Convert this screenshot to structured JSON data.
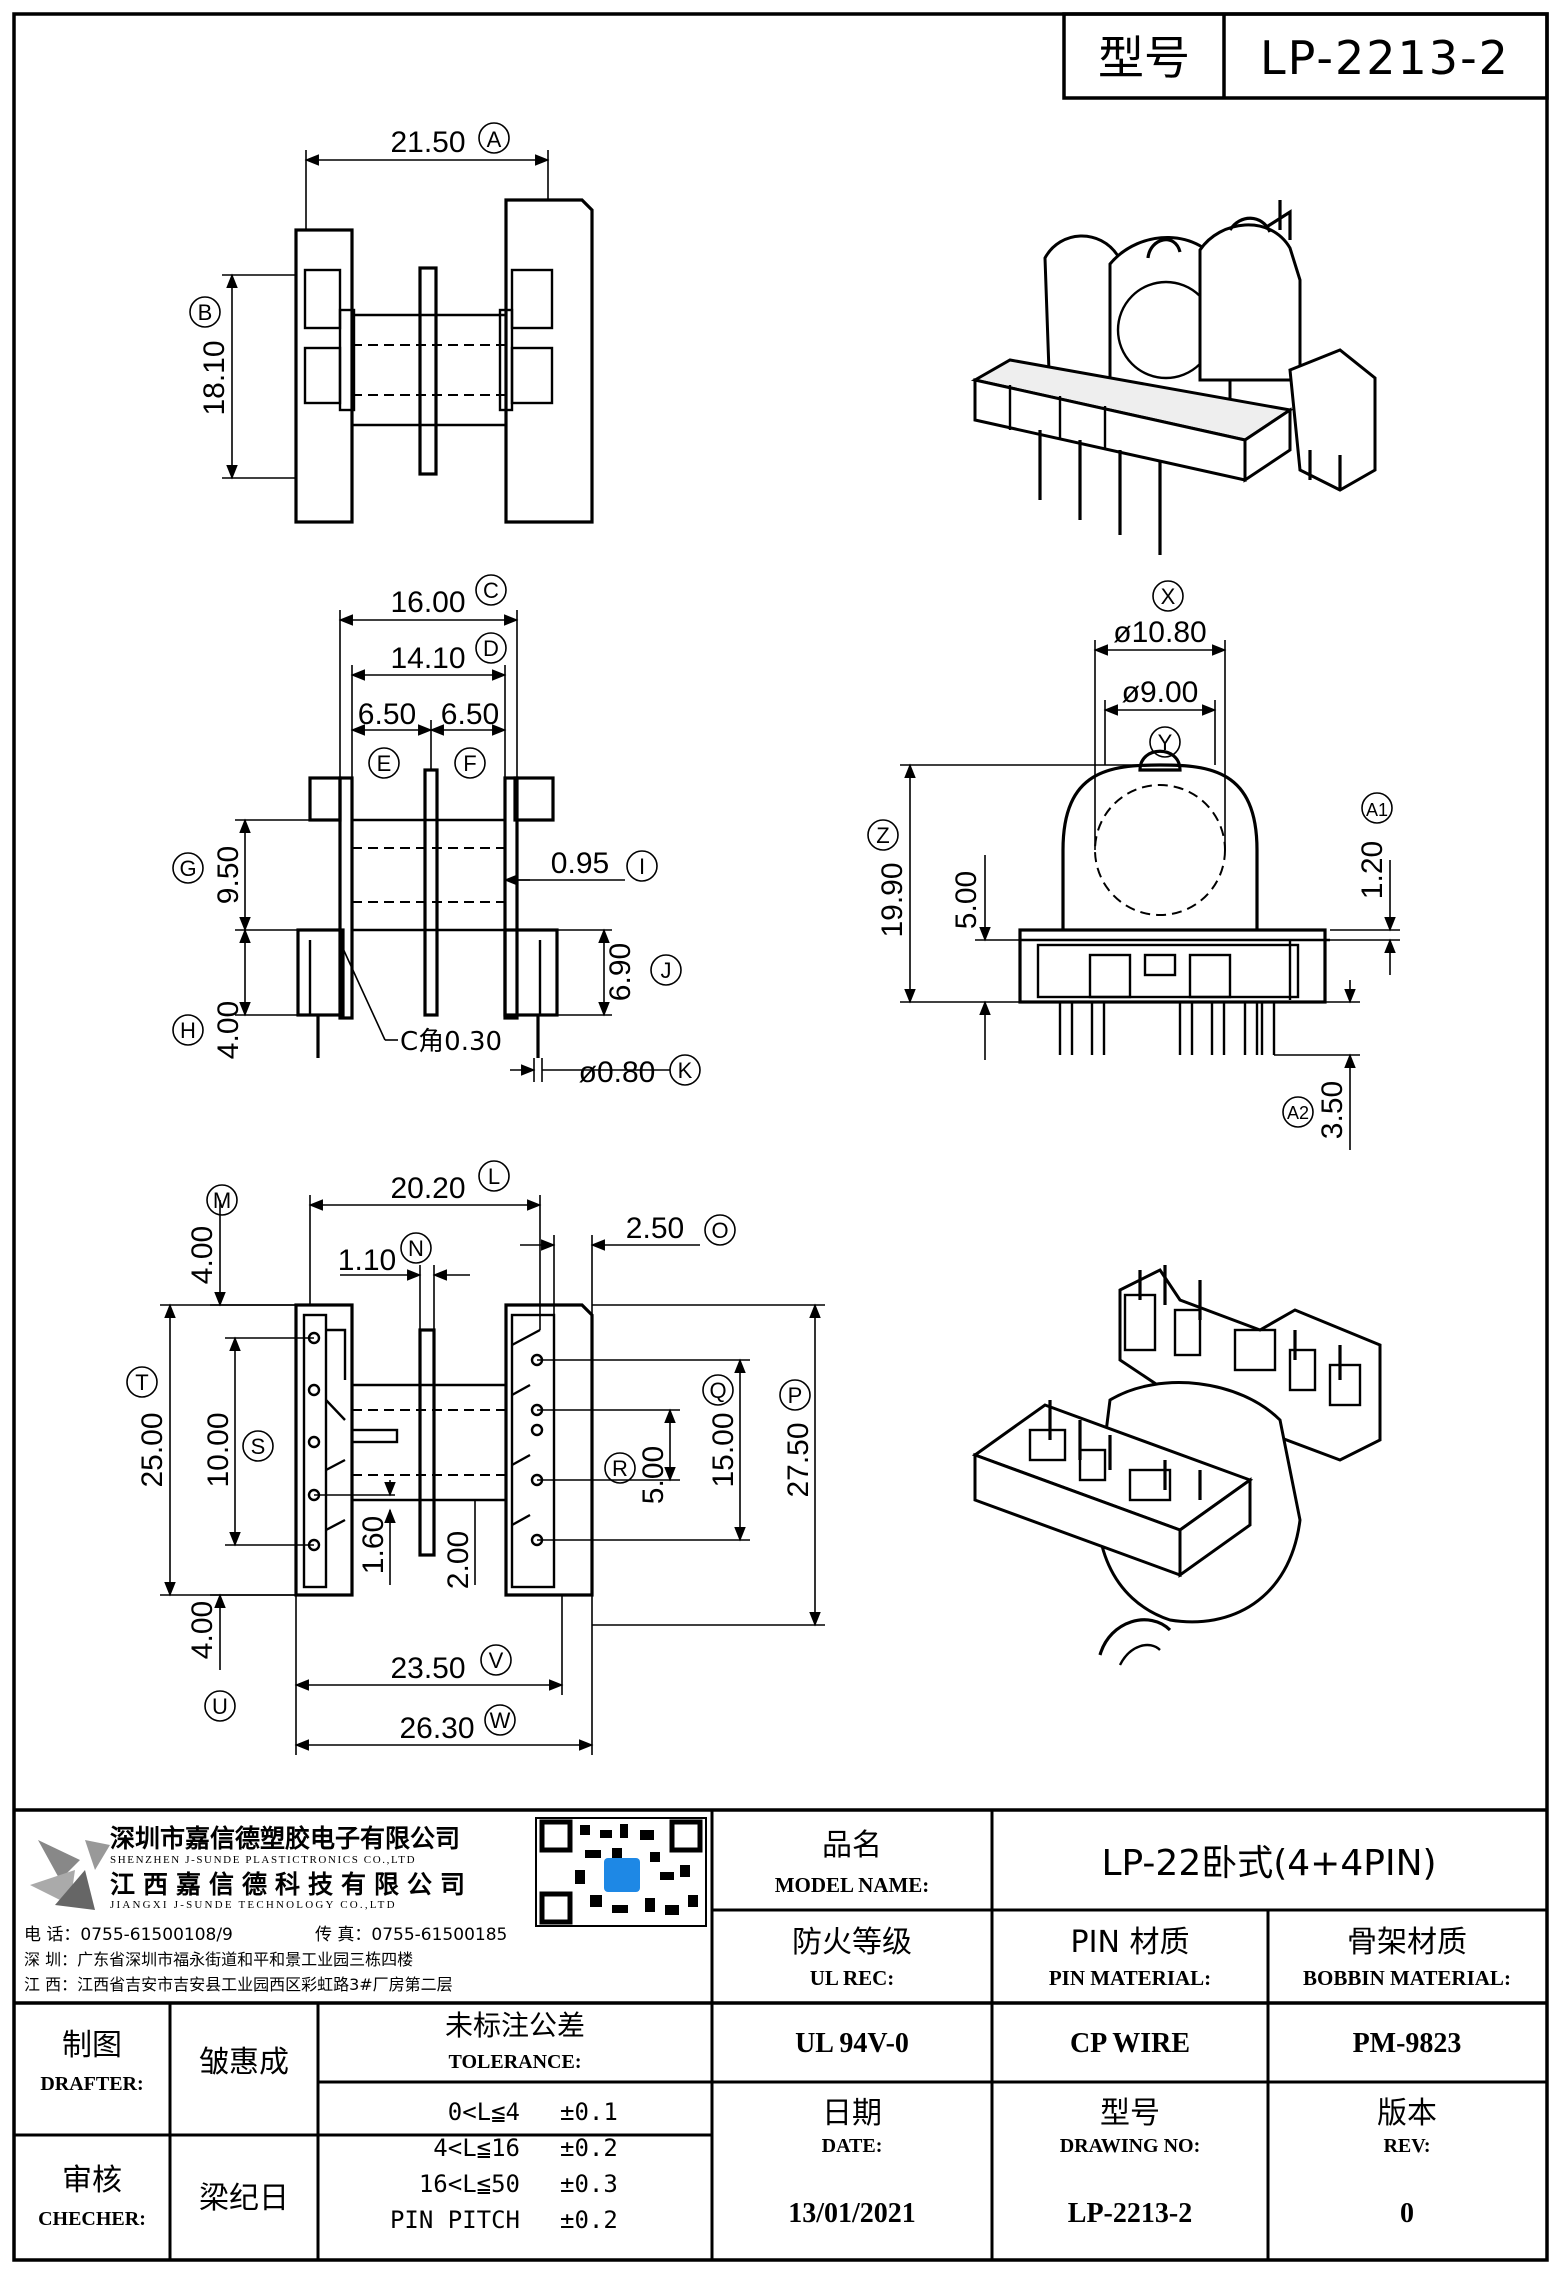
{
  "header": {
    "model_label": "型号",
    "model_value": "LP-2213-2"
  },
  "drawing": {
    "top_view": {
      "dim_width": "21.50",
      "tag_width": "A",
      "dim_height": "18.10",
      "tag_height": "B"
    },
    "front_view": {
      "dim_c": "16.00",
      "tag_c": "C",
      "dim_d": "14.10",
      "tag_d": "D",
      "dim_e": "6.50",
      "tag_e": "E",
      "dim_f": "6.50",
      "tag_f": "F",
      "dim_g": "9.50",
      "tag_g": "G",
      "dim_h": "4.00",
      "tag_h": "H",
      "dim_i": "0.95",
      "tag_i": "I",
      "dim_j": "6.90",
      "tag_j": "J",
      "dim_k": "ø0.80",
      "tag_k": "K",
      "chamfer": "C角0.30"
    },
    "side_view": {
      "dim_x": "ø10.80",
      "tag_x": "X",
      "dim_y": "ø9.00",
      "tag_y": "Y",
      "dim_z": "19.90",
      "tag_z": "Z",
      "dim_5": "5.00",
      "dim_a1": "1.20",
      "tag_a1": "A1",
      "dim_a2": "3.50",
      "tag_a2": "A2"
    },
    "bottom_view": {
      "dim_l": "20.20",
      "tag_l": "L",
      "dim_m": "4.00",
      "tag_m": "M",
      "dim_n": "1.10",
      "tag_n": "N",
      "dim_o": "2.50",
      "tag_o": "O",
      "dim_t": "25.00",
      "tag_t": "T",
      "dim_s": "10.00",
      "tag_s": "S",
      "dim_160": "1.60",
      "dim_200": "2.00",
      "dim_r": "5.00",
      "tag_r": "R",
      "dim_q": "15.00",
      "tag_q": "Q",
      "dim_p": "27.50",
      "tag_p": "P",
      "dim_u": "4.00",
      "tag_u": "U",
      "dim_v": "23.50",
      "tag_v": "V",
      "dim_w": "26.30",
      "tag_w": "W"
    }
  },
  "company": {
    "name_sz": "深圳市嘉信德塑胶电子有限公司",
    "name_sz_en": "SHENZHEN J-SUNDE PLASTICTRONICS CO.,LTD",
    "name_jx": "江西嘉信德科技有限公司",
    "name_jx_en": "JIANGXI J-SUNDE TECHNOLOGY CO.,LTD",
    "phone": "电 话：0755-61500108/9",
    "fax": "传 真：0755-61500185",
    "addr_sz": "深 圳：广东省深圳市福永街道和平和景工业园三栋四楼",
    "addr_jx": "江 西：江西省吉安市吉安县工业园西区彩虹路3#厂房第二层"
  },
  "table": {
    "model_name_cn": "品名",
    "model_name_en": "MODEL NAME:",
    "model_name_value": "LP-22卧式(4+4PIN)",
    "ul_cn": "防火等级",
    "ul_en": "UL REC:",
    "pin_cn": "PIN 材质",
    "pin_en": "PIN MATERIAL:",
    "bobbin_cn": "骨架材质",
    "bobbin_en": "BOBBIN MATERIAL:",
    "drafter_cn": "制图",
    "drafter_en": "DRAFTER:",
    "drafter_name": "皱惠成",
    "tolerance_cn": "未标注公差",
    "tolerance_en": "TOLERANCE:",
    "ul_value": "UL 94V-0",
    "pin_value": "CP WIRE",
    "bobbin_value": "PM-9823",
    "checker_cn": "审核",
    "checker_en": "CHECHER:",
    "checker_name": "梁纪日",
    "tol_rows": [
      {
        "range": "0<L≦4",
        "value": "±0.1"
      },
      {
        "range": "4<L≦16",
        "value": "±0.2"
      },
      {
        "range": "16<L≦50",
        "value": "±0.3"
      },
      {
        "range": "PIN PITCH",
        "value": "±0.2"
      }
    ],
    "date_cn": "日期",
    "date_en": "DATE:",
    "drawing_no_cn": "型号",
    "drawing_no_en": "DRAWING NO:",
    "rev_cn": "版本",
    "rev_en": "REV:",
    "date_value": "13/01/2021",
    "drawing_no_value": "LP-2213-2",
    "rev_value": "0"
  }
}
